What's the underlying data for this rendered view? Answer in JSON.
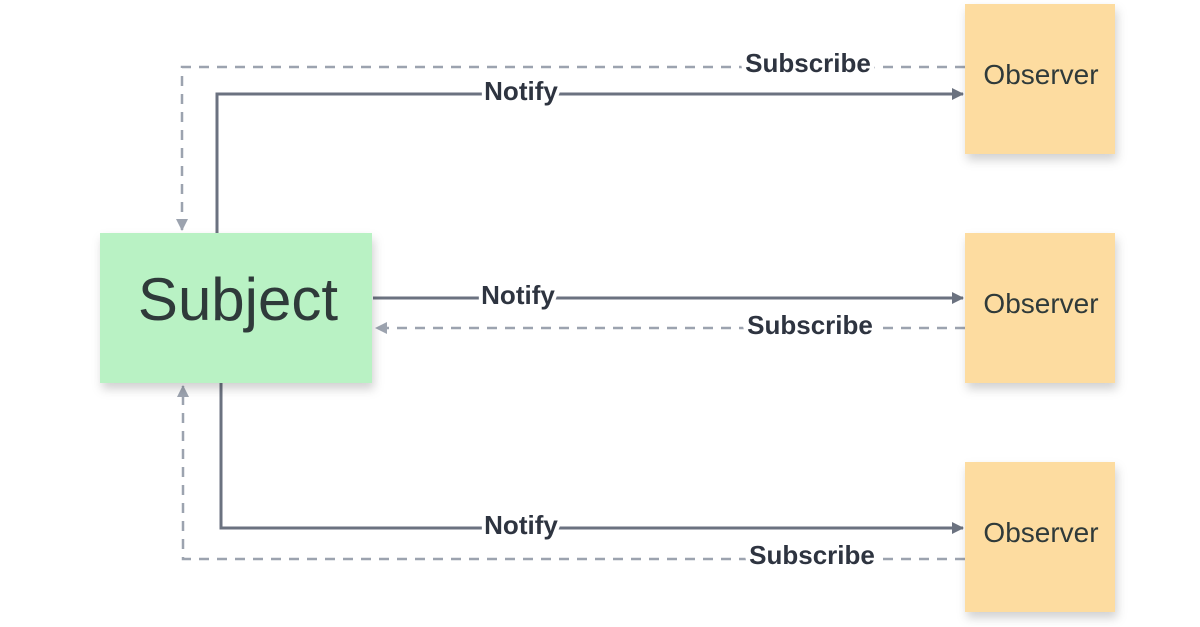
{
  "subject": {
    "label": "Subject",
    "color": "#b9f2c4"
  },
  "observers": [
    {
      "label": "Observer",
      "color": "#fddca0",
      "notify_label": "Notify",
      "subscribe_label": "Subscribe"
    },
    {
      "label": "Observer",
      "color": "#fddca0",
      "notify_label": "Notify",
      "subscribe_label": "Subscribe"
    },
    {
      "label": "Observer",
      "color": "#fddca0",
      "notify_label": "Notify",
      "subscribe_label": "Subscribe"
    }
  ],
  "colors": {
    "notify_line": "#6b7280",
    "subscribe_line": "#9ca3af",
    "label_text": "#2e3440"
  }
}
